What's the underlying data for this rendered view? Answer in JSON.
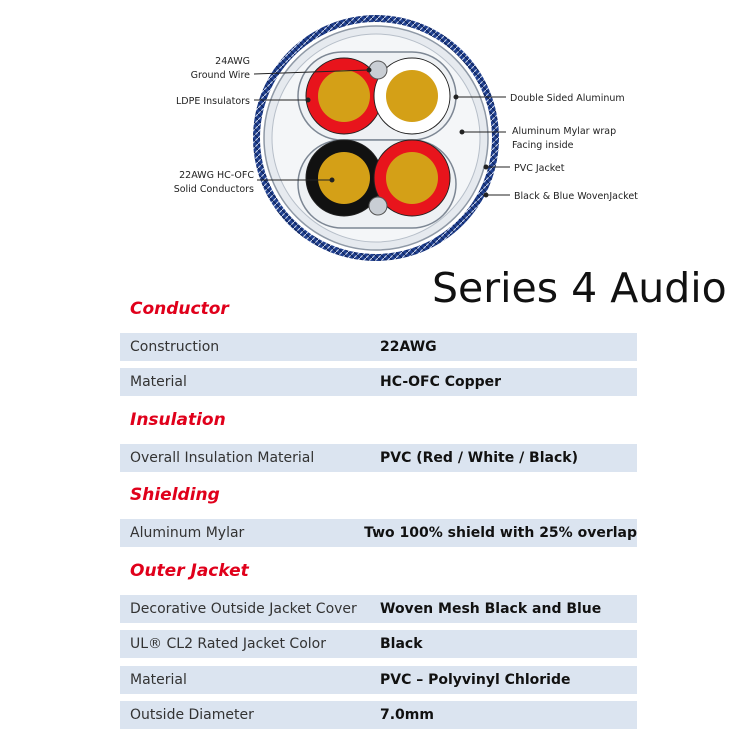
{
  "diagram": {
    "labels": {
      "ground_wire_line1": "24AWG",
      "ground_wire_line2": "Ground Wire",
      "ldpe": "LDPE Insulators",
      "conductors_line1": "22AWG HC-OFC",
      "conductors_line2": "Solid Conductors",
      "double_sided": "Double Sided Aluminum",
      "mylar_line1": "Aluminum Mylar wrap",
      "mylar_line2": "Facing inside",
      "pvc_jacket": "PVC Jacket",
      "woven_jacket": "Black & Blue WovenJacket"
    },
    "colors": {
      "copper": "#d4a017",
      "red": "#e8141c",
      "white": "#ffffff",
      "black": "#111111",
      "blue": "#1f3f8f",
      "jacket_gray": "#dfe4ea"
    }
  },
  "brand": "Series 4 Audio",
  "spec": {
    "conductor": {
      "title": "Conductor",
      "rows": [
        {
          "label": "Construction",
          "value": "22AWG"
        },
        {
          "label": "Material",
          "value": "HC-OFC Copper"
        }
      ]
    },
    "insulation": {
      "title": "Insulation",
      "rows": [
        {
          "label": "Overall Insulation Material",
          "value": "PVC (Red / White / Black)"
        }
      ]
    },
    "shielding": {
      "title": "Shielding",
      "rows": [
        {
          "label": "Aluminum Mylar",
          "value": "Two 100% shield with 25% overlap"
        }
      ]
    },
    "outer_jacket": {
      "title": "Outer Jacket",
      "rows": [
        {
          "label": "Decorative Outside Jacket Cover",
          "value": "Woven Mesh Black and Blue"
        },
        {
          "label": "UL® CL2 Rated Jacket Color",
          "value": "Black"
        },
        {
          "label": "Material",
          "value": "PVC – Polyvinyl Chloride"
        },
        {
          "label": "Outside Diameter",
          "value": "7.0mm"
        }
      ]
    }
  },
  "table_colors": {
    "section_title": "#e0001b",
    "row_background": "#dbe4f0"
  }
}
